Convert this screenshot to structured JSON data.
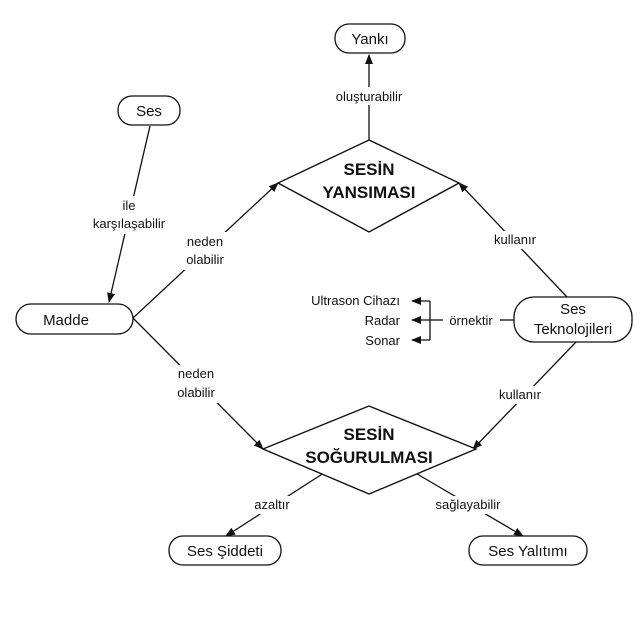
{
  "nodes": {
    "yanki": "Yankı",
    "ses": "Ses",
    "madde": "Madde",
    "sesin_yansimasi": [
      "SESİN",
      "YANSIMASI"
    ],
    "ses_teknolojileri": [
      "Ses",
      "Teknolojileri"
    ],
    "sesin_sogurulmasi": [
      "SESİN",
      "SOĞURULMASI"
    ],
    "ses_siddeti": "Ses Şiddeti",
    "ses_yalitimi": "Ses Yalıtımı"
  },
  "examples": [
    "Ultrason Cihazı",
    "Radar",
    "Sonar"
  ],
  "edge_labels": {
    "olusturabilir": "oluşturabilir",
    "ile_karsilasabilir": [
      "ile",
      "karşılaşabilir"
    ],
    "neden_olabilir_top": [
      "neden",
      "olabilir"
    ],
    "neden_olabilir_bottom": [
      "neden",
      "olabilir"
    ],
    "kullanir_top": "kullanır",
    "kullanir_bottom": "kullanır",
    "ornektir": "örnektir",
    "azaltir": "azaltır",
    "saglayabilir": "sağlayabilir"
  }
}
